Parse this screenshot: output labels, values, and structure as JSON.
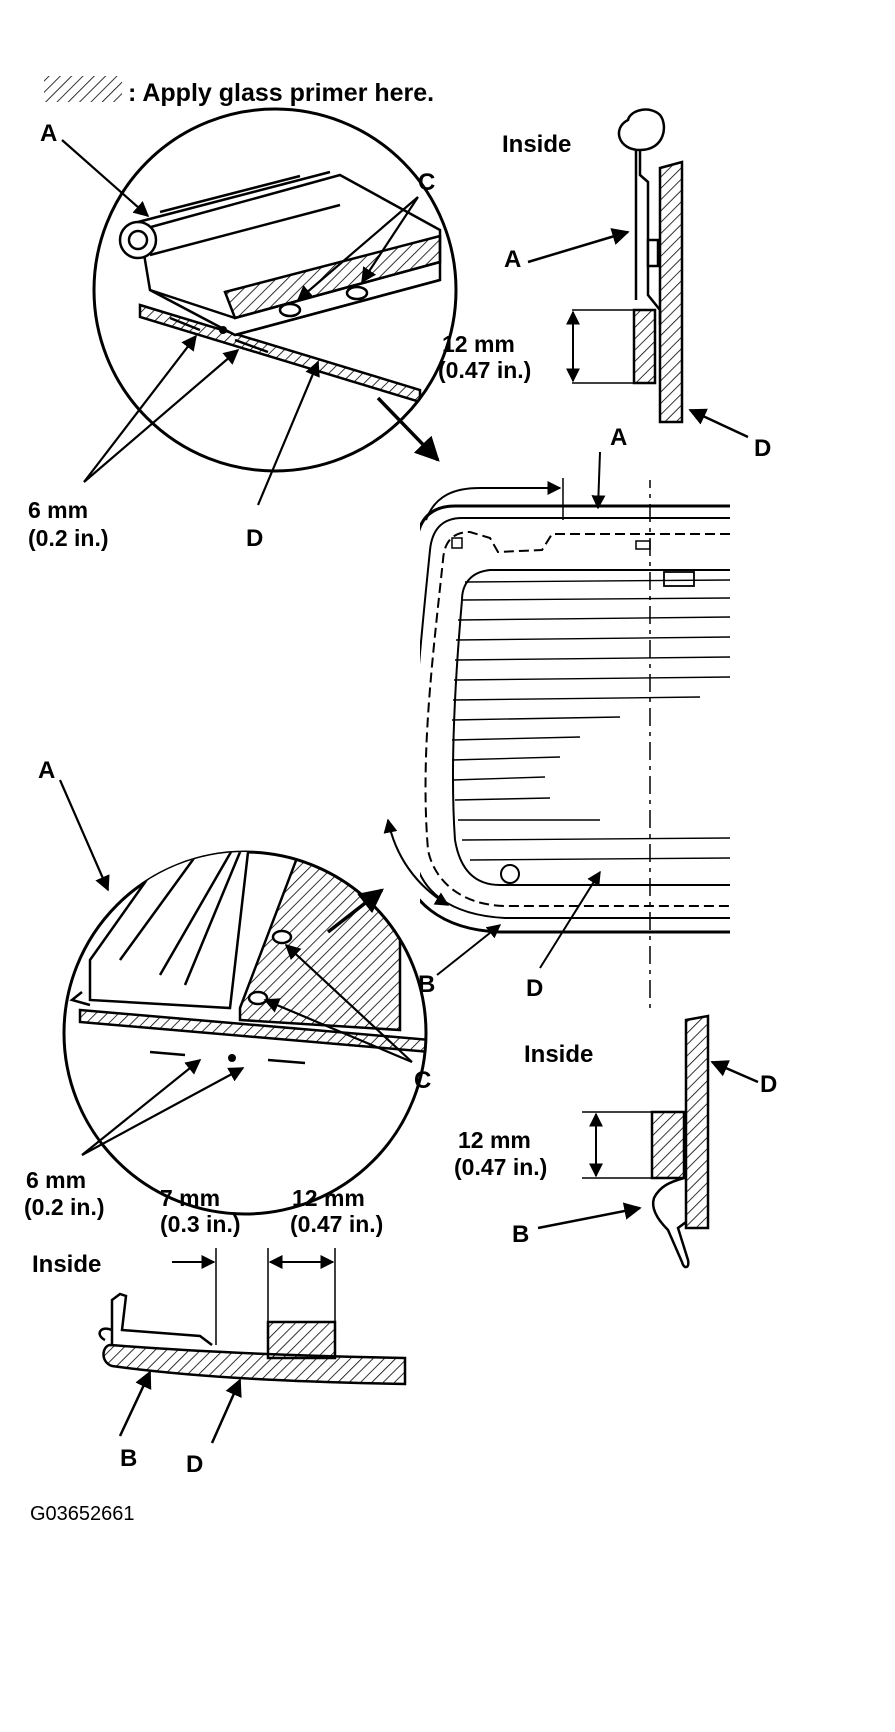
{
  "legend": {
    "text": ": Apply glass primer here."
  },
  "callouts": {
    "a": "A",
    "b": "B",
    "c": "C",
    "d": "D"
  },
  "inside_label": "Inside",
  "dimensions": {
    "mm6": "6 mm",
    "in02": "(0.2 in.)",
    "mm12": "12 mm",
    "in047": "(0.47 in.)",
    "mm7": "7 mm",
    "in03": "(0.3 in.)"
  },
  "figure_code": "G03652661",
  "colors": {
    "ink": "#000000",
    "paper": "#ffffff"
  }
}
